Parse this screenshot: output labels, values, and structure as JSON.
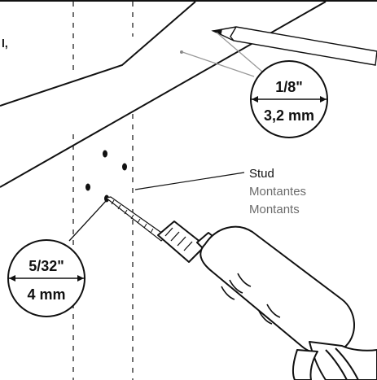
{
  "cut_text": "l,",
  "stud_label": {
    "en": "Stud",
    "es": "Montantes",
    "fr": "Montants"
  },
  "pencil_bubble": {
    "fraction": "1/8\"",
    "metric": "3,2 mm"
  },
  "drill_bubble": {
    "fraction": "5/32\"",
    "metric": "4 mm"
  },
  "colors": {
    "line": "#111111",
    "secondary_text": "#6b6b6b"
  }
}
